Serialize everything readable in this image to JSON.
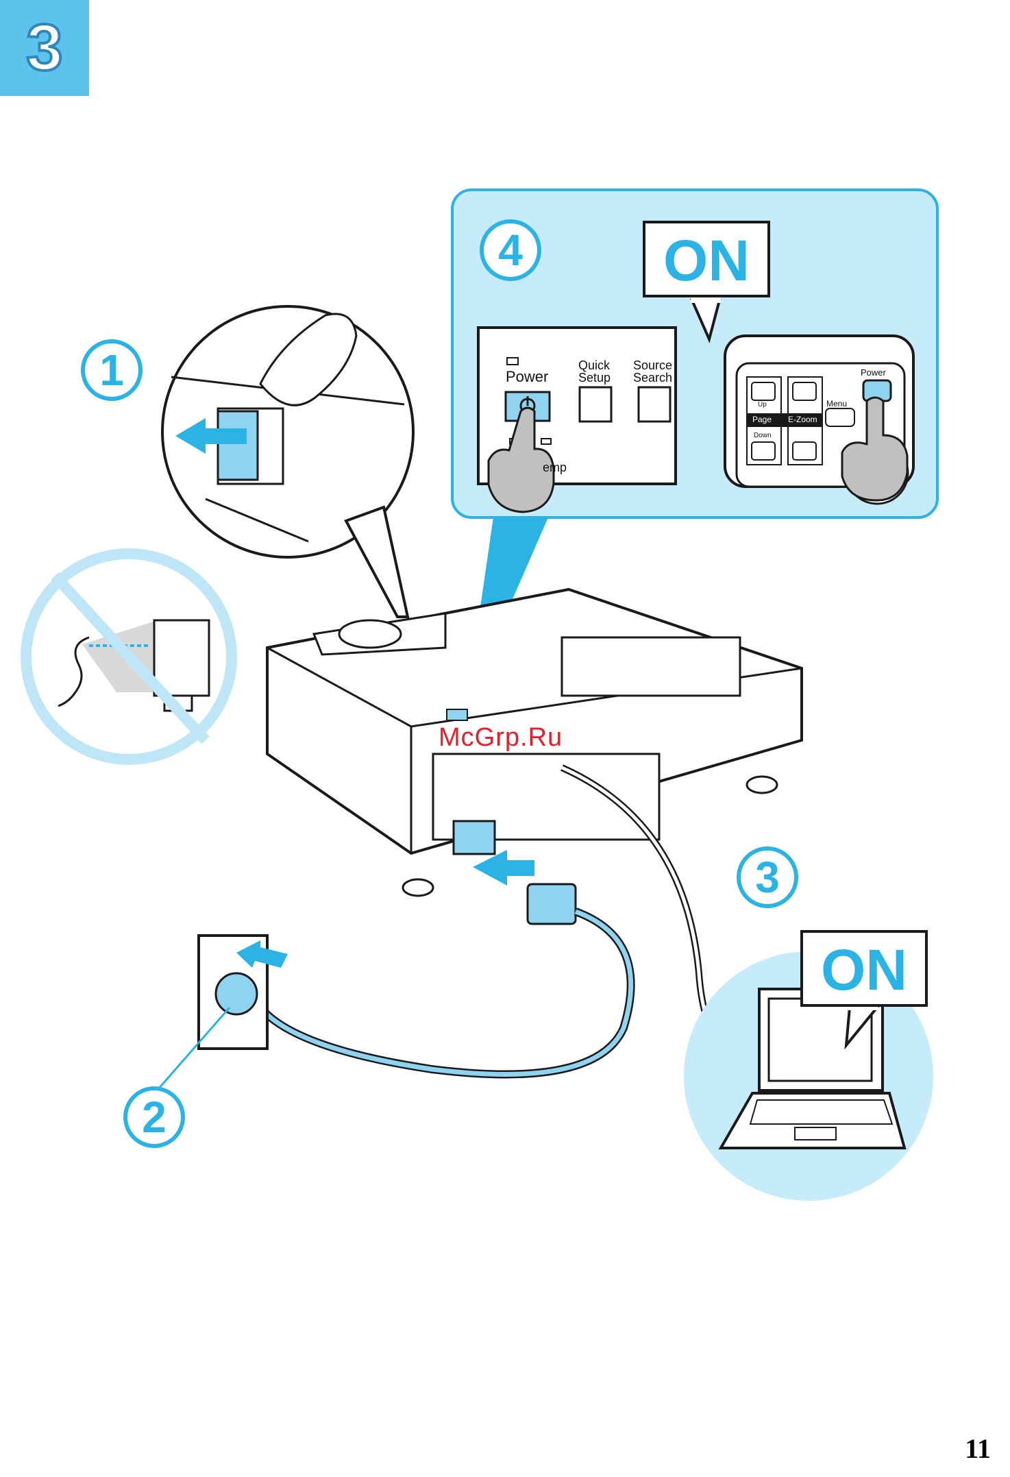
{
  "step_number": "3",
  "page_number": "11",
  "watermark": "McGrp.Ru",
  "callouts": {
    "n1": "1",
    "n2": "2",
    "n3": "3",
    "n4": "4"
  },
  "on_label_top": "ON",
  "on_label_laptop": "ON",
  "control_panel": {
    "power": "Power",
    "quick_setup_1": "Quick",
    "quick_setup_2": "Setup",
    "source_search_1": "Source",
    "source_search_2": "Search",
    "temp": "emp"
  },
  "remote": {
    "power": "Power",
    "menu": "Menu",
    "up": "Up",
    "down": "Down",
    "page": "Page",
    "ezoom": "E-Zoom"
  },
  "colors": {
    "accent": "#2bb3e6",
    "panel_bg": "#c6ebfa",
    "badge": "#5bc3ec"
  }
}
